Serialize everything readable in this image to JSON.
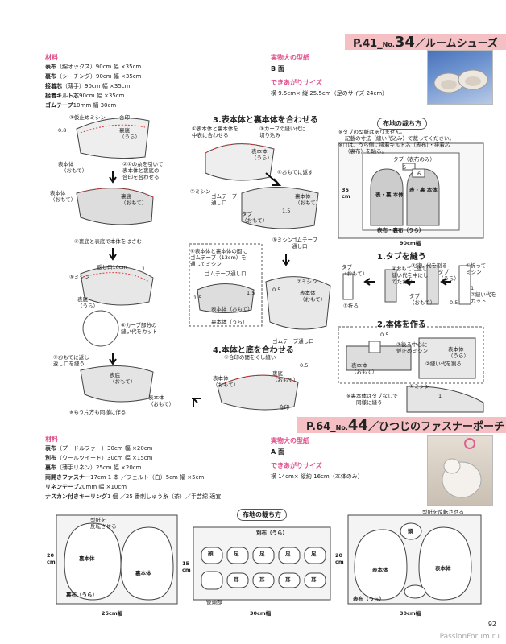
{
  "section1": {
    "page_ref": "P.41_",
    "no_prefix": "No.",
    "number": "34",
    "title": "／ルームシューズ",
    "materials_head": "材料",
    "materials": [
      {
        "name": "表布",
        "detail": "（綿オックス）90cm 幅 ×35cm"
      },
      {
        "name": "裏布",
        "detail": "（シーチング）90cm 幅 ×35cm"
      },
      {
        "name": "接着芯",
        "detail": "（薄手）90cm 幅 ×35cm"
      },
      {
        "name": "接着キルト芯",
        "detail": "90cm 幅 ×35cm"
      },
      {
        "name": "ゴムテープ",
        "detail": "10mm 幅 30cm"
      }
    ],
    "pattern_head": "実物大の型紙",
    "pattern_side": "B 面",
    "size_head": "できあがりサイズ",
    "size": "横 9.5cm× 縦 25.5cm（足のサイズ 24cm）",
    "cut_head": "布地の裁ち方",
    "cut_notes": [
      "※タブの型紙はありません。",
      "記載の寸法（縫い代込み）で裁ってください。",
      "※□は、うら側に接着キルト芯（表布）・接着芯",
      "（裏布）を貼る。"
    ],
    "cut_labels": {
      "tab": "タブ（表布のみ）",
      "top_label": "表・裏 本体",
      "main": "表・裏 本体",
      "sole": "表布・裏布（うら）",
      "width": "90cm幅",
      "height": "35 cm",
      "n5": "5",
      "n6": "6"
    },
    "step1_title": "1.タブを縫う",
    "step2_title": "2.本体を作る",
    "step3_title": "3.表本体と裏本体を合わせる",
    "step4_title": "4.本体と底を合わせる",
    "labels_left": [
      "③仮止めミシン",
      "合印",
      "0.8",
      "裏底",
      "（うら）",
      "表本体",
      "（おもて）",
      "②①の糸を引いて",
      "表本体と裏底の",
      "合印を合わせる",
      "表本体",
      "（おもて）",
      "裏底",
      "（おもて）",
      "④裏底と表底で本体をはさむ",
      "返し口10cm",
      "1",
      "⑤ミシン",
      "表底",
      "（うら）",
      "⑥カーブ部分の",
      "縫い代をカット",
      "⑦おもてに返し",
      "返し口を縫う",
      "表底",
      "（おもて）",
      "表本体",
      "（おもて）",
      "※もう片方も同様に作る"
    ],
    "labels_mid": [
      "①表本体と裏本体を",
      "中表に合わせる",
      "③カーブの縫い代に",
      "切り込み",
      "表本体",
      "（うら）",
      "②ミシン",
      "④おもてに返す",
      "ゴムテープ",
      "通し口",
      "タブ",
      "（おもて）",
      "1.5",
      "裏本体",
      "（おもて）",
      "⑤ミシン",
      "ゴムテープ",
      "通し口",
      "⑥表本体と裏本体の間に",
      "ゴムテープ（13cm）を",
      "通してミシン",
      "ゴムテープ通し口",
      "1.5",
      "1.5",
      "表本体（おもて）",
      "裏本体（うら）",
      "0.5",
      "⑦ミシン",
      "表本体",
      "（おもて）",
      "ゴムテープ通し口",
      "①合印の間をぐし縫い",
      "0.5",
      "表本体",
      "（おもて）",
      "裏底",
      "（おもて）",
      "合印"
    ],
    "labels_right": [
      "タブ",
      "（おもて）",
      "④おもてに返し",
      "縫い代を中にし",
      "てたたむ",
      "③縫い代を割る",
      "タブ",
      "（うら）",
      "①折って",
      "ミシン",
      "1",
      "②縫い代を",
      "カット",
      "0.5",
      "⑤折る",
      "タブ",
      "（おもて）",
      "0.5",
      "③後ろ中心に",
      "仮止めミシン",
      "表本体",
      "（うら）",
      "②縫い代を割る",
      "表本体",
      "（おもて）",
      "①ミシン",
      "1",
      "※裏本体はタブなしで",
      "同様に縫う"
    ]
  },
  "section2": {
    "page_ref": "P.64_",
    "no_prefix": "No.",
    "number": "44",
    "title": "／ひつじのファスナーポーチ",
    "materials_head": "材料",
    "materials": [
      {
        "name": "表布",
        "detail": "（プードルファー）30cm 幅 ×20cm"
      },
      {
        "name": "別布",
        "detail": "（ウールツイード）30cm 幅 ×15cm"
      },
      {
        "name": "裏布",
        "detail": "（薄手リネン）25cm 幅 ×20cm"
      },
      {
        "name": "両開きファスナー",
        "detail": "17cm 1 本 ／フェルト（白）5cm 幅 ×5cm"
      },
      {
        "name": "リネンテープ",
        "detail": "20mm 幅 ×10cm"
      },
      {
        "name": "ナスカン付きキーリング",
        "detail": "1 個 ／25 番刺しゅう糸（茶）／手芸綿 適宜"
      }
    ],
    "pattern_head": "実物大の型紙",
    "pattern_side": "A 面",
    "size_head": "できあがりサイズ",
    "size": "横 14cm× 縦約 16cm（本体のみ）",
    "cut_head": "布地の裁ち方",
    "left": {
      "note": "型紙を\n反転させる",
      "body1": "裏本体",
      "body2": "裏本体",
      "fabric": "裏布（うら）",
      "height": "20 cm",
      "width": "25cm幅"
    },
    "center": {
      "fabric": "別布（うら）",
      "height": "15 cm",
      "width": "30cm幅",
      "face": "顔",
      "foot": "足",
      "ear": "耳",
      "back": "後頭部"
    },
    "right": {
      "note": "型紙を反転させる",
      "head": "頭",
      "body1": "表本体",
      "body2": "表本体",
      "fabric": "表布（うら）",
      "height": "20 cm",
      "width": "30cm幅"
    }
  },
  "page_number": "92",
  "footer": "PassionForum.ru",
  "colors": {
    "accent_pink": "#e0508a",
    "bar_pink": "#f4c0c3",
    "text": "#222222"
  }
}
